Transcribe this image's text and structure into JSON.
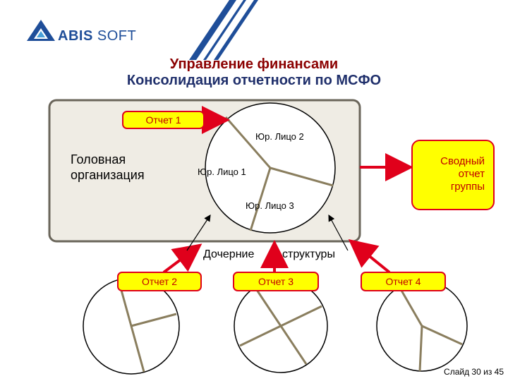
{
  "logo": {
    "bold": "ABIS",
    "light": " SOFT"
  },
  "title": {
    "line1": "Управление финансами",
    "line2": "Консолидация отчетности по МСФО"
  },
  "head_org_line1": "Головная",
  "head_org_line2": "организация",
  "legal_entities": [
    "Юр. Лицо 1",
    "Юр. Лицо 2",
    "Юр. Лицо 3"
  ],
  "reports": [
    "Отчет 1",
    "Отчет 2",
    "Отчет 3",
    "Отчет 4"
  ],
  "consolidated": {
    "line1": "Сводный",
    "line2": "отчет",
    "line3": "группы"
  },
  "subsidiaries_part1": "Дочерние",
  "subsidiaries_part2": "структуры",
  "slide_number": "Слайд 30 из 45",
  "colors": {
    "accent_red": "#e0001b",
    "highlight_yellow": "#ffff00",
    "title_red": "#8b0000",
    "title_blue": "#1f2f6b"
  }
}
